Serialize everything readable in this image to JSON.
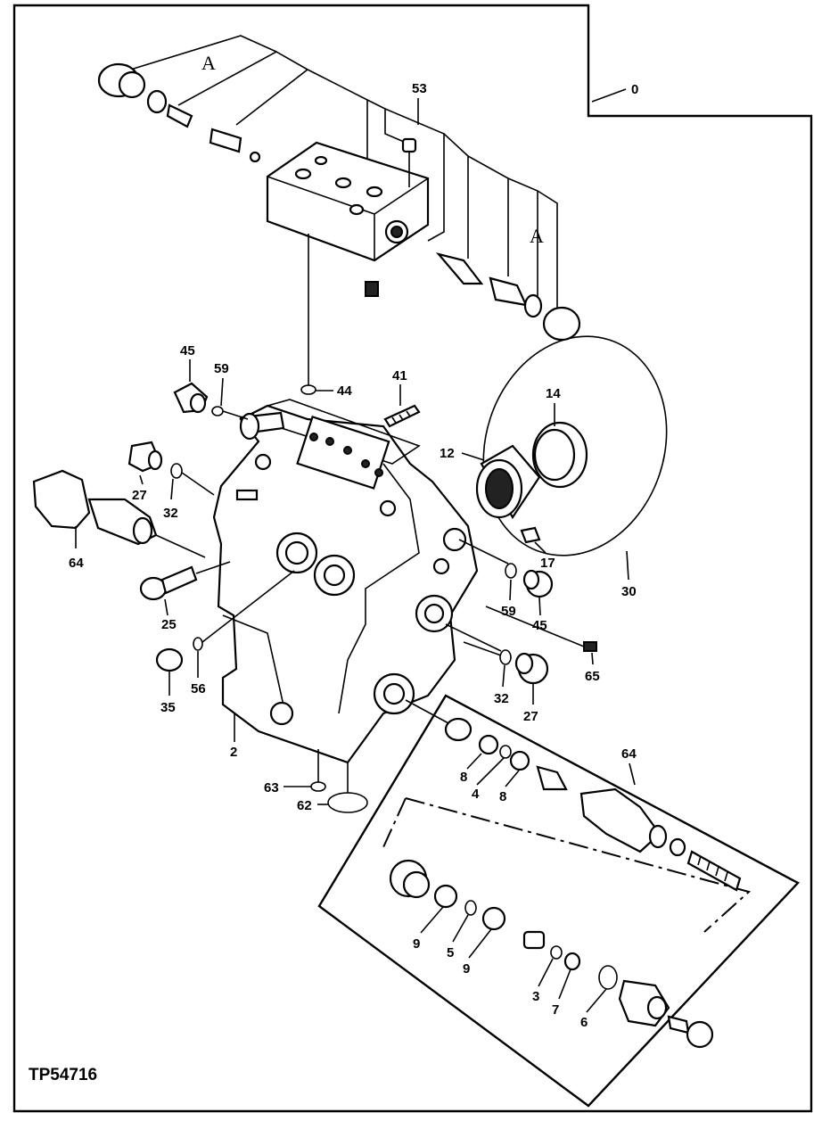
{
  "figure_code": "TP54716",
  "callouts": {
    "c0": "0",
    "c53": "53",
    "cA1": "A",
    "cA2": "A",
    "c45a": "45",
    "c59a": "59",
    "c44": "44",
    "c41": "41",
    "c14": "14",
    "c12": "12",
    "c27a": "27",
    "c32a": "32",
    "c64a": "64",
    "c25": "25",
    "c17": "17",
    "c30": "30",
    "c59b": "59",
    "c45b": "45",
    "c65": "65",
    "c35": "35",
    "c56": "56",
    "c32b": "32",
    "c27b": "27",
    "c2": "2",
    "c64b": "64",
    "c8a": "8",
    "c4": "4",
    "c8b": "8",
    "c63": "63",
    "c62": "62",
    "c9a": "9",
    "c5": "5",
    "c9b": "9",
    "c3": "3",
    "c7": "7",
    "c6": "6"
  }
}
